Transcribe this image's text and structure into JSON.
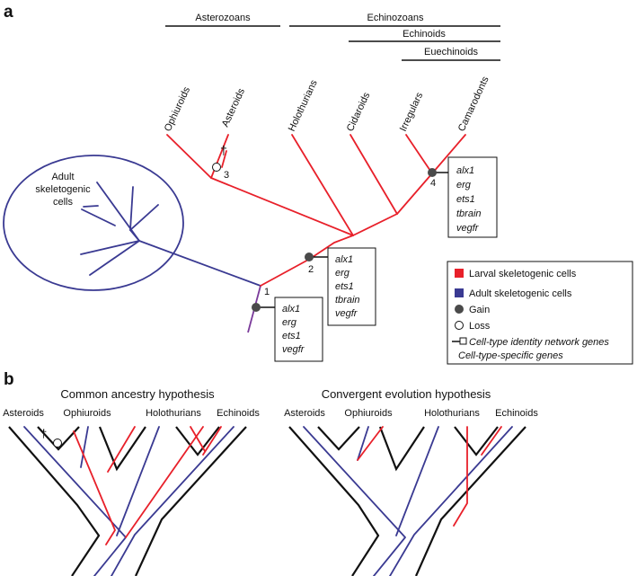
{
  "panel_a": {
    "label": "a",
    "clades": {
      "asterozoans": "Asterozoans",
      "echinozoans": "Echinozoans",
      "echinoids": "Echinoids",
      "euechinoids": "Euechinoids"
    },
    "taxa": [
      "Ophiuroids",
      "Asteroids",
      "Holothurians",
      "Cidaroids",
      "Irregulars",
      "Camarodonts"
    ],
    "adult_cells_label": [
      "Adult",
      "skeletogenic",
      "cells"
    ],
    "dagger": "†",
    "node_numbers": [
      "1",
      "2",
      "3",
      "4"
    ],
    "gene_box_1": [
      "alx1",
      "erg",
      "ets1",
      "vegfr"
    ],
    "gene_box_2": [
      "alx1",
      "erg",
      "ets1",
      "tbrain",
      "vegfr"
    ],
    "gene_box_4": [
      "alx1",
      "erg",
      "ets1",
      "tbrain",
      "vegfr"
    ],
    "legend": {
      "larval": "Larval skeletogenic cells",
      "adult": "Adult skeletogenic cells",
      "gain": "Gain",
      "loss": "Loss",
      "network": "Cell-type identity network genes",
      "specific": "Cell-type-specific genes"
    },
    "colors": {
      "larval": "#e8202a",
      "adult": "#3a3a92",
      "stem": "#7a3a9a",
      "gain": "#4a4a4a"
    }
  },
  "panel_b": {
    "label": "b",
    "left_title": "Common ancestry hypothesis",
    "right_title": "Convergent evolution hypothesis",
    "taxa": [
      "Asteroids",
      "Ophiuroids",
      "Holothurians",
      "Echinoids"
    ],
    "dagger": "†"
  }
}
